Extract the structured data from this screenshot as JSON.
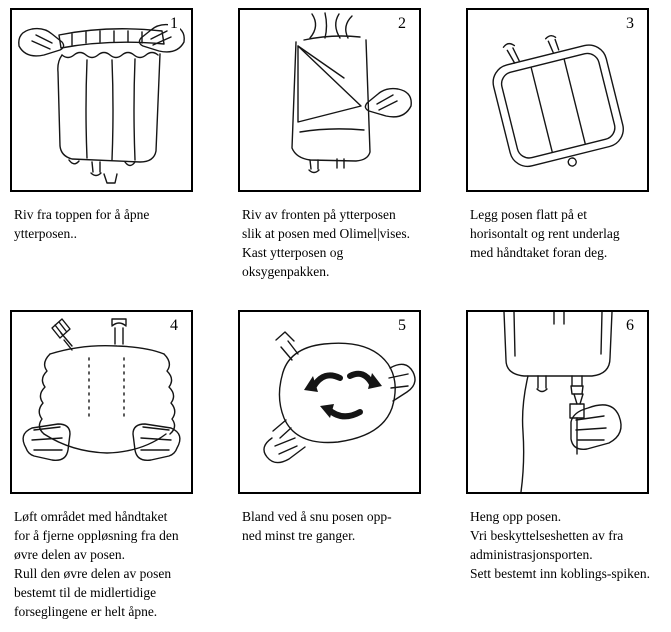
{
  "colors": {
    "ink": "#000000",
    "paper": "#ffffff"
  },
  "panels": [
    {
      "number": "1",
      "illustration": "hands-tearing-open-top-of-outer-pouch",
      "caption": "Riv fra toppen for å åpne\nytterposen.."
    },
    {
      "number": "2",
      "illustration": "hand-peeling-front-off-outer-pouch",
      "caption": "Riv av fronten på ytterposen\nslik at posen med Olimel|vises.\nKast ytterposen og\noksygenpakken."
    },
    {
      "number": "3",
      "illustration": "bag-lying-flat-on-surface",
      "caption": "Legg posen flatt på et\nhorisontalt og rent underlag\nmed håndtaket foran deg."
    },
    {
      "number": "4",
      "illustration": "hands-rolling-upper-part-of-bag",
      "caption": "Løft området med håndtaket\nfor å fjerne oppløsning fra den\nøvre delen av posen.\nRull den øvre delen av posen\nbestemt til de midlertidige\nforseglingene er helt åpne."
    },
    {
      "number": "5",
      "illustration": "hands-turning-bag-upside-down-mixing-arrows",
      "caption": "Bland ved å snu posen opp-\nned minst tre ganger."
    },
    {
      "number": "6",
      "illustration": "hanging-bag-hand-inserting-spike-into-port",
      "caption": "Heng opp posen.\nVri beskyttelseshetten av fra\nadministrasjonsporten.\nSett bestemt inn koblings-spiken."
    }
  ]
}
